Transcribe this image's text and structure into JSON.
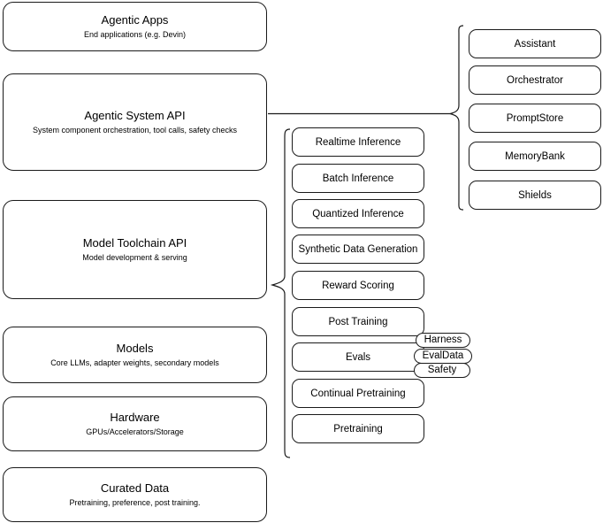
{
  "diagram": {
    "title": "AI Stack Layers Architecture",
    "stroke_color": "#1a1a1a",
    "background_color": "#ffffff"
  },
  "layers": [
    {
      "id": "agentic-apps",
      "title": "Agentic Apps",
      "subtitle": "End applications (e.g. Devin)"
    },
    {
      "id": "agentic-system-api",
      "title": "Agentic System API",
      "subtitle": "System component orchestration, tool calls, safety checks"
    },
    {
      "id": "model-toolchain-api",
      "title": "Model Toolchain API",
      "subtitle": "Model development & serving"
    },
    {
      "id": "models",
      "title": "Models",
      "subtitle": "Core LLMs, adapter weights, secondary models"
    },
    {
      "id": "hardware",
      "title": "Hardware",
      "subtitle": "GPUs/Accelerators/Storage"
    },
    {
      "id": "curated-data",
      "title": "Curated Data",
      "subtitle": "Pretraining, preference, post training."
    }
  ],
  "toolchain_nodes": [
    {
      "id": "realtime-inference",
      "label": "Realtime Inference"
    },
    {
      "id": "batch-inference",
      "label": "Batch Inference"
    },
    {
      "id": "quantized-inference",
      "label": "Quantized Inference"
    },
    {
      "id": "synthetic-data-generation",
      "label": "Synthetic Data Generation"
    },
    {
      "id": "reward-scoring",
      "label": "Reward Scoring"
    },
    {
      "id": "post-training",
      "label": "Post Training"
    },
    {
      "id": "evals",
      "label": "Evals"
    },
    {
      "id": "continual-pretraining",
      "label": "Continual Pretraining"
    },
    {
      "id": "pretraining",
      "label": "Pretraining"
    }
  ],
  "eval_pills": [
    {
      "id": "harness",
      "label": "Harness"
    },
    {
      "id": "evaldata",
      "label": "EvalData"
    },
    {
      "id": "safety",
      "label": "Safety"
    }
  ],
  "system_nodes": [
    {
      "id": "assistant",
      "label": "Assistant"
    },
    {
      "id": "orchestrator",
      "label": "Orchestrator"
    },
    {
      "id": "promptstore",
      "label": "PromptStore"
    },
    {
      "id": "memorybank",
      "label": "MemoryBank"
    },
    {
      "id": "shields",
      "label": "Shields"
    }
  ]
}
